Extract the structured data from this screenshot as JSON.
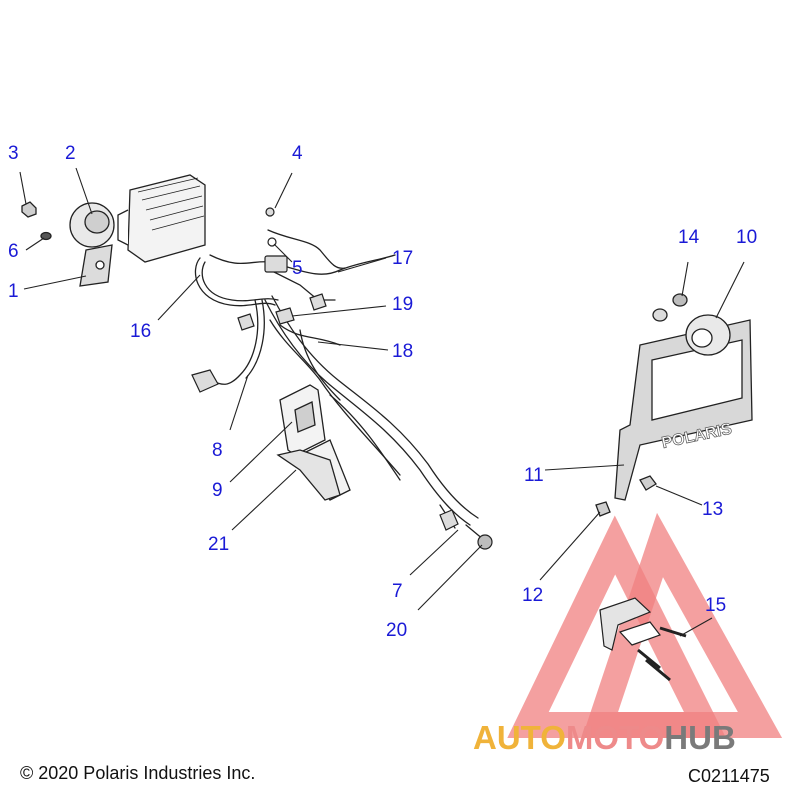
{
  "diagram": {
    "callouts": [
      {
        "id": "c1",
        "label": "1"
      },
      {
        "id": "c2",
        "label": "2"
      },
      {
        "id": "c3",
        "label": "3"
      },
      {
        "id": "c4",
        "label": "4"
      },
      {
        "id": "c5",
        "label": "5"
      },
      {
        "id": "c6",
        "label": "6"
      },
      {
        "id": "c7",
        "label": "7"
      },
      {
        "id": "c8",
        "label": "8"
      },
      {
        "id": "c9",
        "label": "9"
      },
      {
        "id": "c10",
        "label": "10"
      },
      {
        "id": "c11",
        "label": "11"
      },
      {
        "id": "c12",
        "label": "12"
      },
      {
        "id": "c13",
        "label": "13"
      },
      {
        "id": "c14",
        "label": "14"
      },
      {
        "id": "c15",
        "label": "15"
      },
      {
        "id": "c16",
        "label": "16"
      },
      {
        "id": "c17",
        "label": "17"
      },
      {
        "id": "c18",
        "label": "18"
      },
      {
        "id": "c19",
        "label": "19"
      },
      {
        "id": "c20",
        "label": "20"
      },
      {
        "id": "c21",
        "label": "21"
      }
    ],
    "plate_text": "POLARIS",
    "copyright": "© 2020 Polaris Industries Inc.",
    "drawing_code": "C0211475"
  },
  "watermark": {
    "part1": "AUTO",
    "part2": "MOTO",
    "part3": "HUB",
    "colors": {
      "auto": "#f0b33a",
      "moto": "#ee8a8a",
      "hub": "#7a7a7a",
      "triangle": "#f08080"
    }
  },
  "colors": {
    "callout": "#1a1ad6",
    "line": "#222222"
  }
}
